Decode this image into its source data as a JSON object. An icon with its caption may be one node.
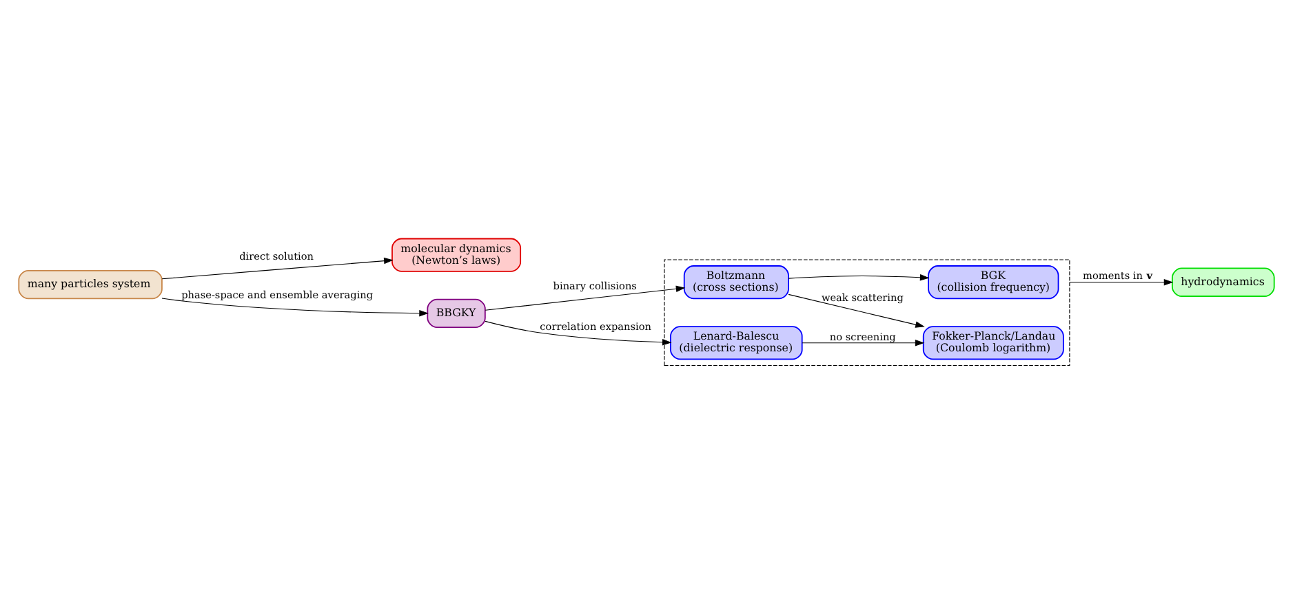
{
  "diagram": {
    "nodes": [
      {
        "text": [
          "many particles system"
        ]
      },
      {
        "text": [
          "molecular dynamics",
          "(Newton’s laws)"
        ]
      },
      {
        "text": [
          "BBGKY"
        ]
      },
      {
        "text": [],
        "shape": "box"
      },
      {
        "text": [
          "BGK",
          "(collision frequency)"
        ],
        "in": 3
      },
      {
        "text": [
          "Boltzmann",
          "(cross sections)"
        ],
        "in": 3
      },
      {
        "text": [
          "Fokker-Planck/Landau",
          "(Coulomb logarithm)"
        ],
        "in": 3
      },
      {
        "text": [
          "Lenard-Balescu",
          "(dielectric response)"
        ],
        "in": 3
      },
      {
        "text": [
          "hydrodynamics"
        ]
      }
    ],
    "edges": [
      {
        "from": 0,
        "to": 1,
        "arrow": "to",
        "label": "direct solution"
      },
      {
        "from": 0,
        "to": 2,
        "arrow": "to",
        "label": "phase-space and ensemble averaging"
      },
      {
        "from": 2,
        "to": 5,
        "arrow": "to",
        "label": "binary collisions"
      },
      {
        "from": 2,
        "to": 7,
        "arrow": "to",
        "label": "correlation expansion"
      },
      {
        "from": 5,
        "to": 4,
        "arrow": "to"
      },
      {
        "from": 5,
        "to": 6,
        "arrow": "to",
        "label": "weak scattering"
      },
      {
        "from": 7,
        "to": 6,
        "arrow": "to",
        "label": "no screening"
      },
      {
        "from": 3,
        "to": 8,
        "arrow": "to",
        "label": "moments in **v**"
      }
    ]
  }
}
